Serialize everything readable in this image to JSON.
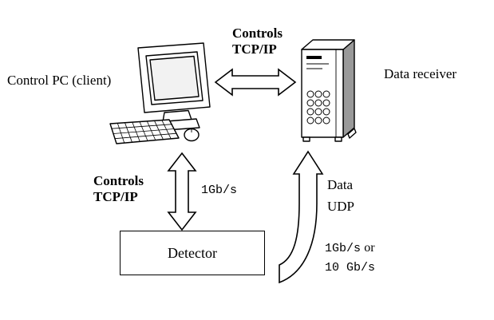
{
  "diagram": {
    "nodes": {
      "control_pc": {
        "label": "Control PC (client)"
      },
      "data_receiver": {
        "label": "Data receiver"
      },
      "detector": {
        "label": "Detector"
      }
    },
    "edges": {
      "pc_receiver": {
        "protocol_line1": "Controls",
        "protocol_line2": "TCP/IP"
      },
      "pc_detector": {
        "protocol_line1": "Controls",
        "protocol_line2": "TCP/IP",
        "speed": "1Gb/s"
      },
      "detector_receiver": {
        "protocol_line1": "Data",
        "protocol_line2": "UDP",
        "speed_line1": "1Gb/s",
        "speed_line1_suffix": "or",
        "speed_line2": "10 Gb/s"
      }
    },
    "colors": {
      "line": "#000000",
      "fill": "#ffffff",
      "tower_side": "#999999",
      "screen": "#f2f2f2"
    }
  }
}
